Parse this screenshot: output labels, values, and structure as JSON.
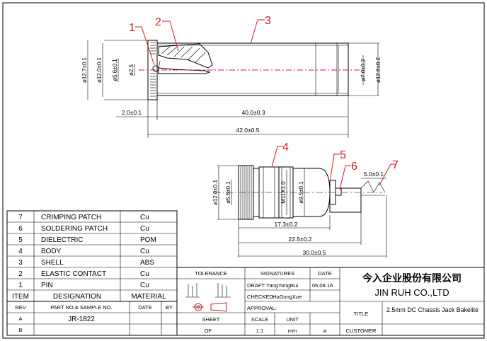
{
  "callouts": [
    "1",
    "2",
    "3",
    "4",
    "5",
    "6",
    "7"
  ],
  "top_view_dims": {
    "d_12_7": "ø12.7±0.1",
    "d_12_0": "ø12.0±0.1",
    "d_5_6": "ø5.6±0.1",
    "d_2_5": "ø2.5",
    "d_7_0": "ø7.0±0.2",
    "d_12_6": "ø12.6±0.2",
    "len_2_0": "2.0±0.1",
    "len_40": "40.0±0.3",
    "len_42": "42.0±0.5"
  },
  "side_view_dims": {
    "d_12_0": "ø12.0±0.1",
    "d_5_6": "ø5.6±0.1",
    "thread": "M11X1.0",
    "d_9_5": "ø9.5±0.1",
    "len_5_0": "5.0±0.1",
    "len_17_3": "17.3±0.2",
    "len_22_5": "22.5±0.2",
    "len_30": "30.0±0.5"
  },
  "bom": {
    "rows": [
      {
        "item": "7",
        "designation": "CRIMPING PATCH",
        "material": "Cu"
      },
      {
        "item": "6",
        "designation": "SOLDERING PATCH",
        "material": "Cu"
      },
      {
        "item": "5",
        "designation": "DIELECTRIC",
        "material": "POM"
      },
      {
        "item": "4",
        "designation": "BODY",
        "material": "Cu"
      },
      {
        "item": "3",
        "designation": "SHELL",
        "material": "ABS"
      },
      {
        "item": "2",
        "designation": "ELASTIC CONTACT",
        "material": "Cu"
      },
      {
        "item": "1",
        "designation": "PIN",
        "material": "Cu"
      }
    ],
    "header": {
      "item": "ITEM",
      "designation": "DESIGNATION",
      "material": "MATERIAL"
    }
  },
  "revision": {
    "headers": {
      "rev": "REV",
      "part": "PART NO.& SAMPLE NO.",
      "date": "DATE",
      "by": "BY"
    },
    "row_a": {
      "rev": "A",
      "part": "JR-1822"
    },
    "row_b": {
      "rev": "B"
    }
  },
  "title_block": {
    "tolerance": "TOLERANCE",
    "signatures": "SIGNATURES",
    "date_label": "DATE",
    "draft_label": "DRAFT:",
    "draft_name": "YangYongRui",
    "draft_date": "06.08.16",
    "checked_label": "CHECKED:",
    "checked_name": "HuGongXue",
    "approval_label": "APPROVAL:",
    "sheet_label": "SHEET",
    "scale_label": "SCALE",
    "unit_label": "UNIT",
    "of": "OF",
    "scale": "1:1",
    "unit": "mm",
    "phi": "ø",
    "company_cn": "今入企业股份有限公司",
    "company_en": "JIN RUH CO.,LTD",
    "title_label": "TITLE",
    "title_text": "2.5mm DC Chassis Jack Bakelite",
    "customer_label": "CUSTOMER"
  },
  "colors": {
    "callout": "#d9161d",
    "line": "#000000"
  }
}
